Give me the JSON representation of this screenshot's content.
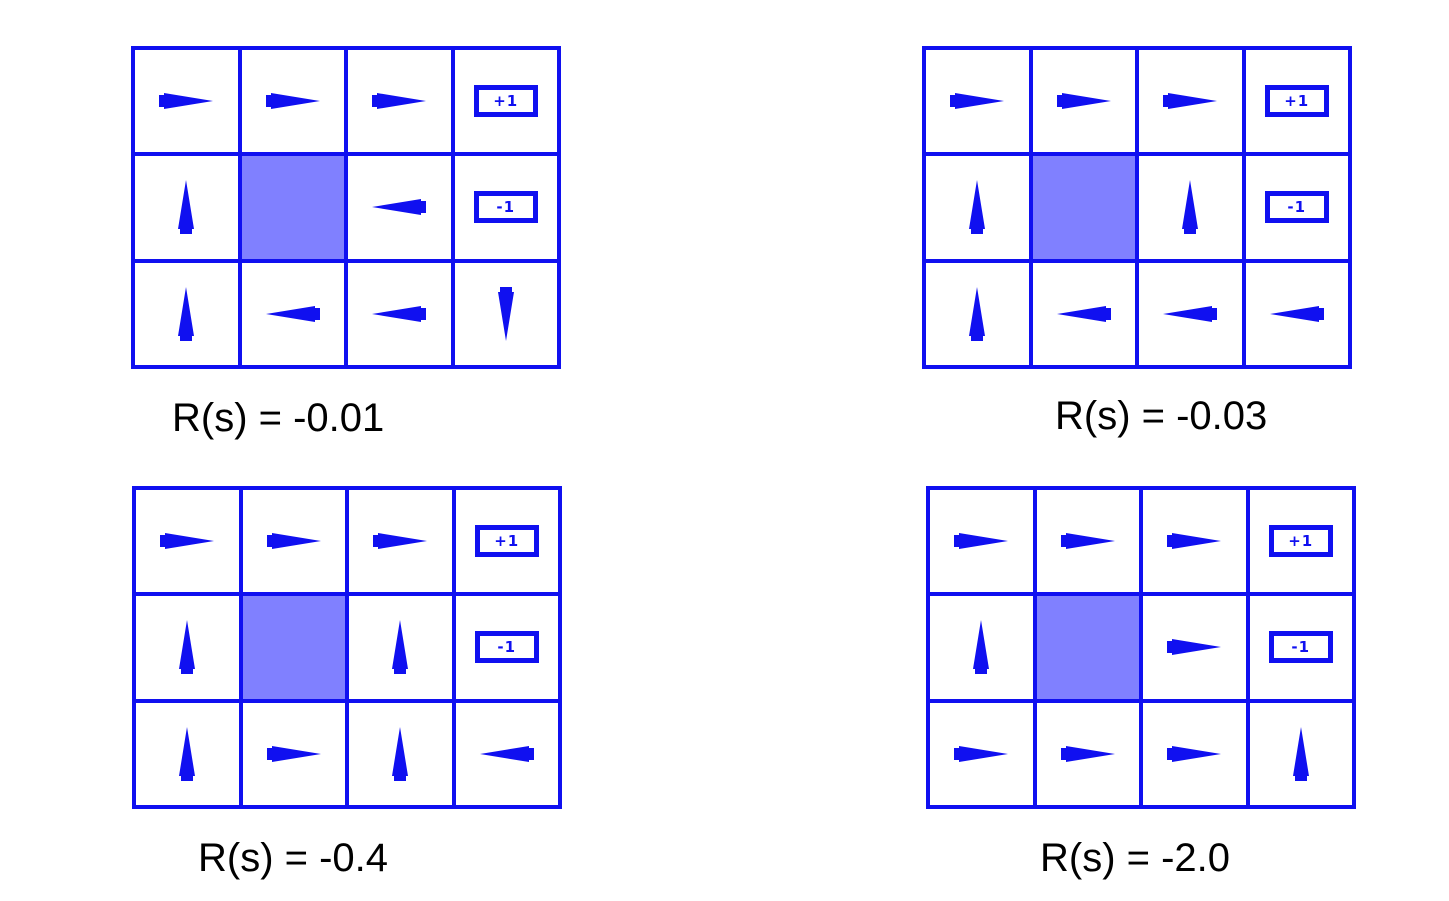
{
  "colors": {
    "grid": "#1010f0",
    "wall": "#8080ff",
    "arrow": "#1010f0",
    "background": "#ffffff"
  },
  "panels": [
    {
      "caption": "R(s) = -0.01",
      "cells": [
        [
          "right-arrow-icon",
          "right-arrow-icon",
          "right-arrow-icon",
          "terminal-plus"
        ],
        [
          "up-arrow-icon",
          "wall",
          "left-arrow-icon",
          "terminal-minus"
        ],
        [
          "up-arrow-icon",
          "left-arrow-icon",
          "left-arrow-icon",
          "down-arrow-icon"
        ]
      ]
    },
    {
      "caption": "R(s) = -0.03",
      "cells": [
        [
          "right-arrow-icon",
          "right-arrow-icon",
          "right-arrow-icon",
          "terminal-plus"
        ],
        [
          "up-arrow-icon",
          "wall",
          "up-arrow-icon",
          "terminal-minus"
        ],
        [
          "up-arrow-icon",
          "left-arrow-icon",
          "left-arrow-icon",
          "left-arrow-icon"
        ]
      ]
    },
    {
      "caption": "R(s) = -0.4",
      "cells": [
        [
          "right-arrow-icon",
          "right-arrow-icon",
          "right-arrow-icon",
          "terminal-plus"
        ],
        [
          "up-arrow-icon",
          "wall",
          "up-arrow-icon",
          "terminal-minus"
        ],
        [
          "up-arrow-icon",
          "right-arrow-icon",
          "up-arrow-icon",
          "left-arrow-icon"
        ]
      ]
    },
    {
      "caption": "R(s) = -2.0",
      "cells": [
        [
          "right-arrow-icon",
          "right-arrow-icon",
          "right-arrow-icon",
          "terminal-plus"
        ],
        [
          "up-arrow-icon",
          "wall",
          "right-arrow-icon",
          "terminal-minus"
        ],
        [
          "right-arrow-icon",
          "right-arrow-icon",
          "right-arrow-icon",
          "up-arrow-icon"
        ]
      ]
    }
  ],
  "terminal_labels": {
    "plus": "+1",
    "minus": "-1"
  }
}
